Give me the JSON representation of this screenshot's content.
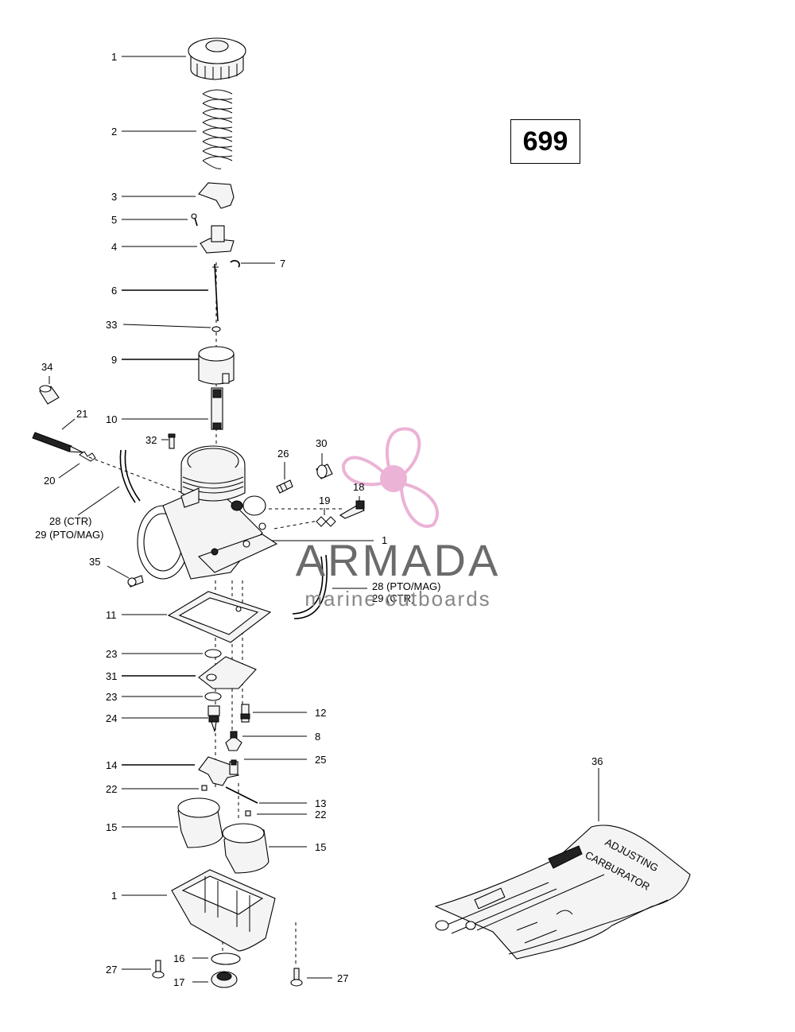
{
  "reference_number": "699",
  "watermark": {
    "brand": "ARMADA",
    "subtitle": "marine outboards",
    "colors": {
      "brand": "#6b6b6b",
      "subtitle": "#888888",
      "logo": "#e8a6cf"
    }
  },
  "callouts": {
    "c1_top": "1",
    "c2": "2",
    "c3": "3",
    "c5": "5",
    "c4": "4",
    "c7": "7",
    "c6": "6",
    "c33": "33",
    "c9": "9",
    "c34": "34",
    "c21": "21",
    "c10": "10",
    "c32": "32",
    "c30": "30",
    "c26": "26",
    "c20": "20",
    "c18": "18",
    "c19": "19",
    "c28_ctr": "28 (CTR)",
    "c29_pto_mag": "29 (PTO/MAG)",
    "c1_mid": "1",
    "c35": "35",
    "c28_pto_mag": "28 (PTO/MAG)",
    "c29_ctr": "29 (CTR)",
    "c11": "11",
    "c23a": "23",
    "c31": "31",
    "c23b": "23",
    "c12": "12",
    "c24": "24",
    "c8": "8",
    "c14": "14",
    "c25": "25",
    "c22a": "22",
    "c13": "13",
    "c22b": "22",
    "c15a": "15",
    "c15b": "15",
    "c1_bot": "1",
    "c16": "16",
    "c27a": "27",
    "c17": "17",
    "c27b": "27",
    "c36": "36"
  },
  "tool_kit_print": [
    "CARBURATOR",
    "ADJUSTING"
  ]
}
